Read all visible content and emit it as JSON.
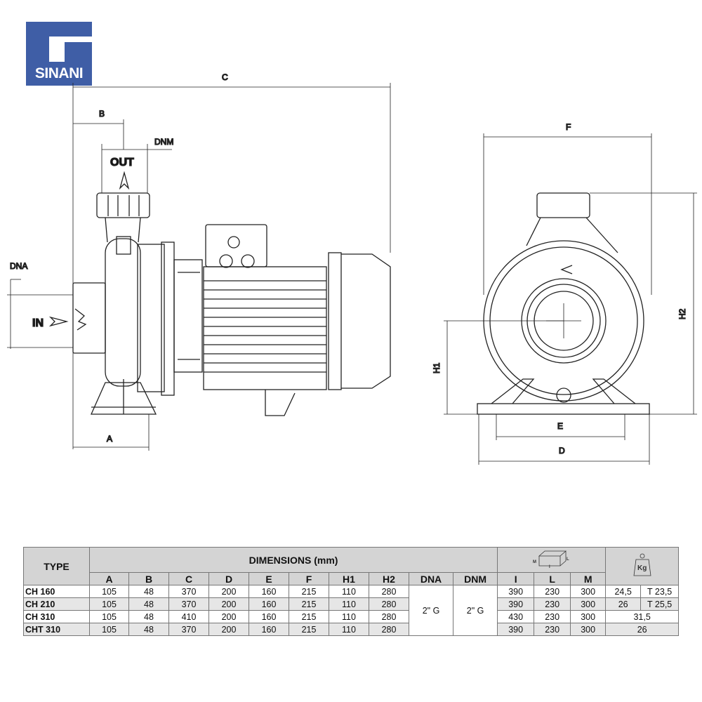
{
  "logo": {
    "text": "SINANI",
    "color": "#3f5ea6"
  },
  "side_view": {
    "labels": {
      "C": "C",
      "B": "B",
      "DNM": "DNM",
      "OUT": "OUT",
      "DNA": "DNA",
      "IN": "IN",
      "A": "A"
    }
  },
  "front_view": {
    "labels": {
      "F": "F",
      "H2": "H2",
      "H1": "H1",
      "E": "E",
      "D": "D"
    }
  },
  "table": {
    "type_header": "TYPE",
    "dimensions_header": "DIMENSIONS (mm)",
    "package_icon": "package-box-icon",
    "package_icon_labels": {
      "M": "M",
      "I": "I",
      "L": "L"
    },
    "weight_icon": "weight-kg-icon",
    "weight_label": "Kg",
    "columns": [
      "A",
      "B",
      "C",
      "D",
      "E",
      "F",
      "H1",
      "H2",
      "DNA",
      "DNM",
      "I",
      "L",
      "M"
    ],
    "dna": "2\" G",
    "dnm": "2\" G",
    "rows": [
      {
        "type": "CH 160",
        "A": "105",
        "B": "48",
        "C": "370",
        "D": "200",
        "E": "160",
        "F": "215",
        "H1": "110",
        "H2": "280",
        "I": "390",
        "L": "230",
        "M": "300",
        "kg": "24,5",
        "kg_t": "T 23,5"
      },
      {
        "type": "CH 210",
        "A": "105",
        "B": "48",
        "C": "370",
        "D": "200",
        "E": "160",
        "F": "215",
        "H1": "110",
        "H2": "280",
        "I": "390",
        "L": "230",
        "M": "300",
        "kg": "26",
        "kg_t": "T 25,5"
      },
      {
        "type": "CH 310",
        "A": "105",
        "B": "48",
        "C": "410",
        "D": "200",
        "E": "160",
        "F": "215",
        "H1": "110",
        "H2": "280",
        "I": "430",
        "L": "230",
        "M": "300",
        "kg": "31,5"
      },
      {
        "type": "CHT 310",
        "A": "105",
        "B": "48",
        "C": "370",
        "D": "200",
        "E": "160",
        "F": "215",
        "H1": "110",
        "H2": "280",
        "I": "390",
        "L": "230",
        "M": "300",
        "kg": "26"
      }
    ]
  }
}
